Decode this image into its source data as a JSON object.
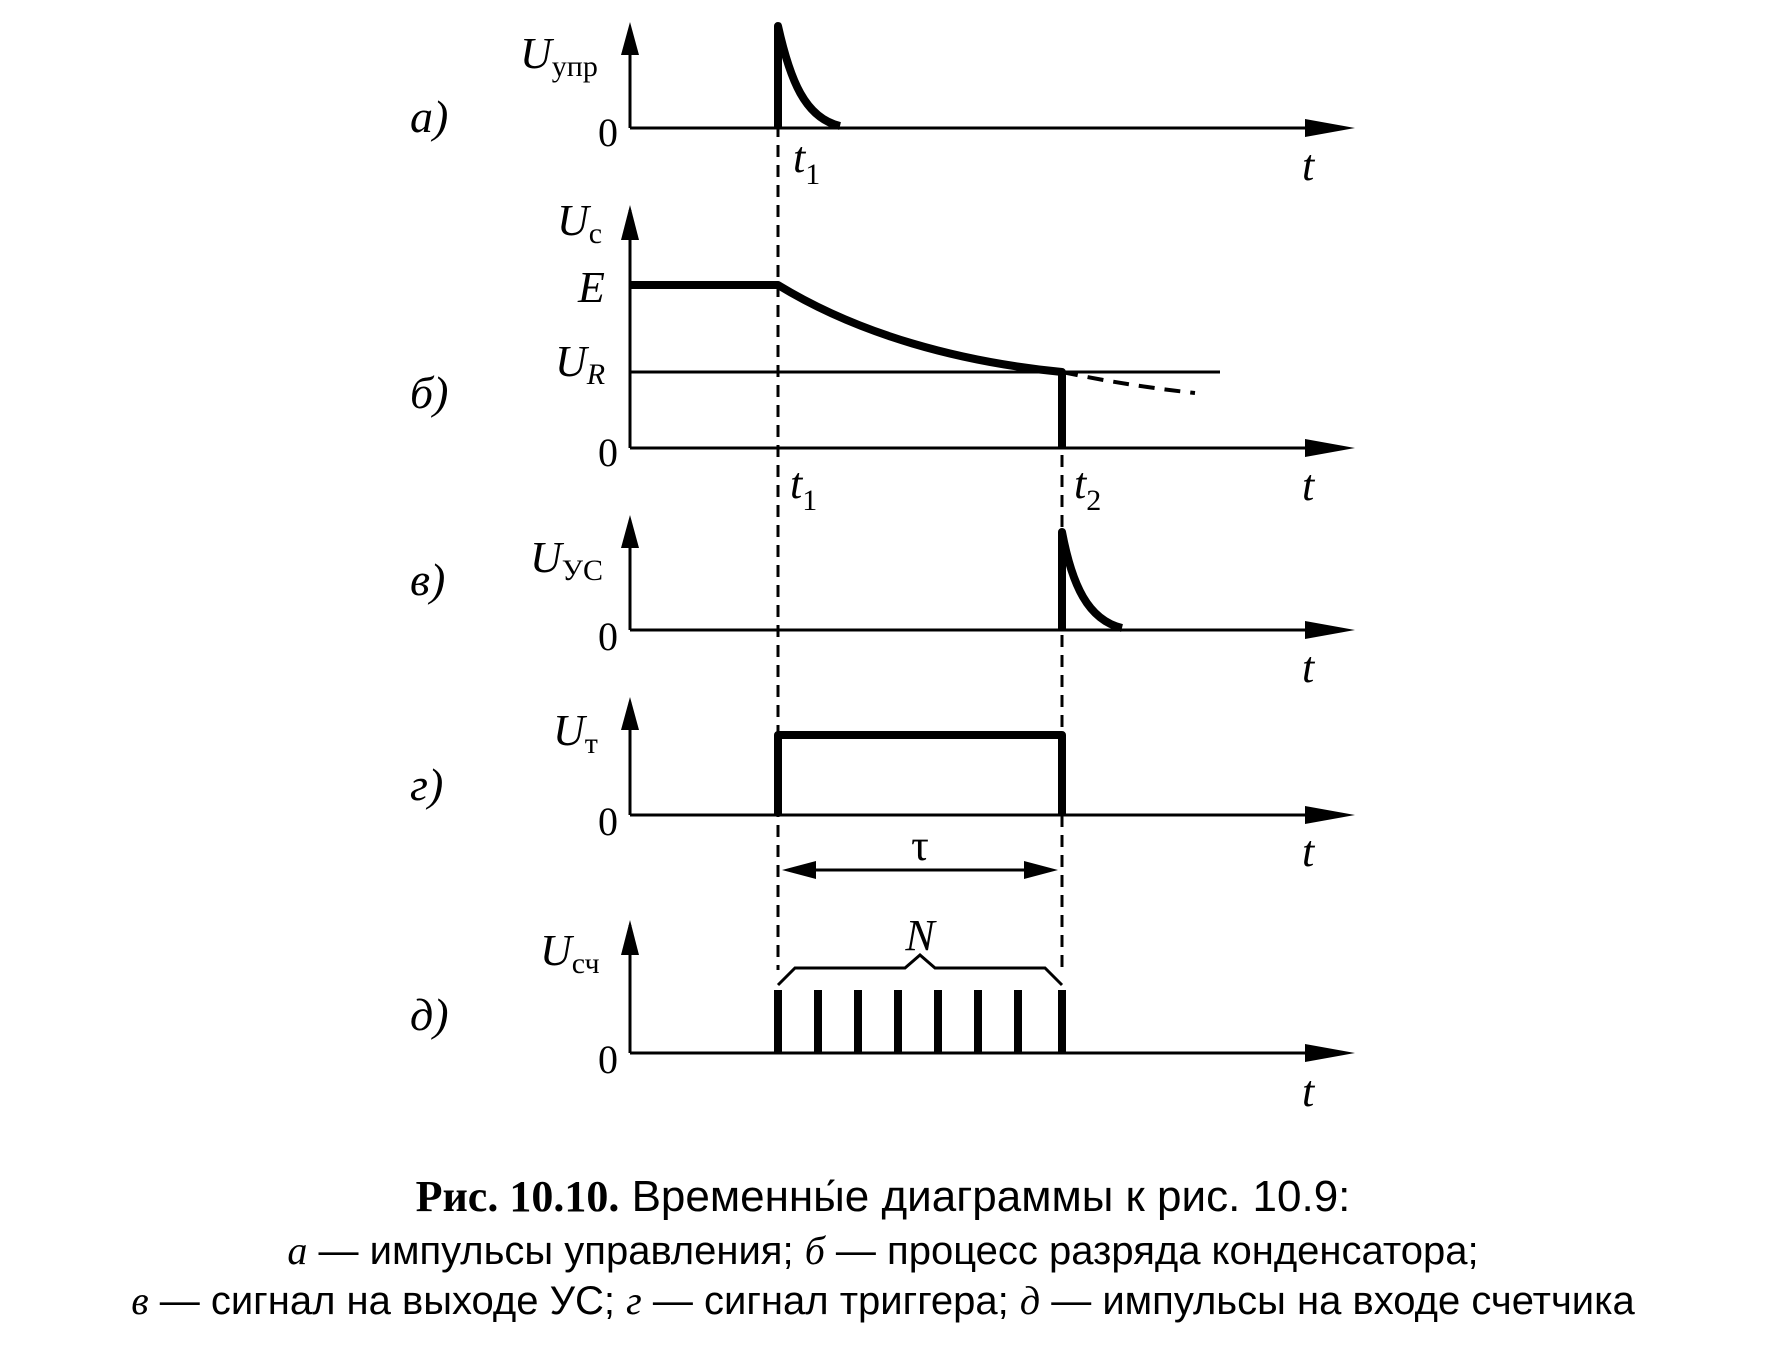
{
  "panels": [
    {
      "id": "a",
      "letter": "а)",
      "ylabel_main": "U",
      "ylabel_sub": "упр",
      "zero": "0",
      "xlabel": "t",
      "time_labels": [
        {
          "main": "t",
          "sub": "1"
        }
      ]
    },
    {
      "id": "b",
      "letter": "б)",
      "ylabel_main": "U",
      "ylabel_sub": "с",
      "zero": "0",
      "xlabel": "t",
      "levels": {
        "E": "E",
        "UR_main": "U",
        "UR_sub": "R"
      },
      "time_labels": [
        {
          "main": "t",
          "sub": "1"
        },
        {
          "main": "t",
          "sub": "2"
        }
      ]
    },
    {
      "id": "v",
      "letter": "в)",
      "ylabel_main": "U",
      "ylabel_sub": "УС",
      "zero": "0",
      "xlabel": "t"
    },
    {
      "id": "g",
      "letter": "г)",
      "ylabel_main": "U",
      "ylabel_sub": "т",
      "zero": "0",
      "xlabel": "t",
      "interval_label": "τ"
    },
    {
      "id": "d",
      "letter": "д)",
      "ylabel_main": "U",
      "ylabel_sub": "сч",
      "zero": "0",
      "xlabel": "t",
      "brace_label": "N"
    }
  ],
  "caption": {
    "title_bold": "Рис. 10.10.",
    "title_rest": " Временны́е диаграммы к рис. 10.9:",
    "line2": [
      {
        "letter": "а",
        "text": " — импульсы управления; "
      },
      {
        "letter": "б",
        "text": " — процесс разряда конденсатора;"
      }
    ],
    "line3": [
      {
        "letter": "в",
        "text": " — сигнал на выходе УС; "
      },
      {
        "letter": "г",
        "text": " — сигнал триггера; "
      },
      {
        "letter": "д",
        "text": " — импульсы на входе счетчика"
      }
    ]
  }
}
